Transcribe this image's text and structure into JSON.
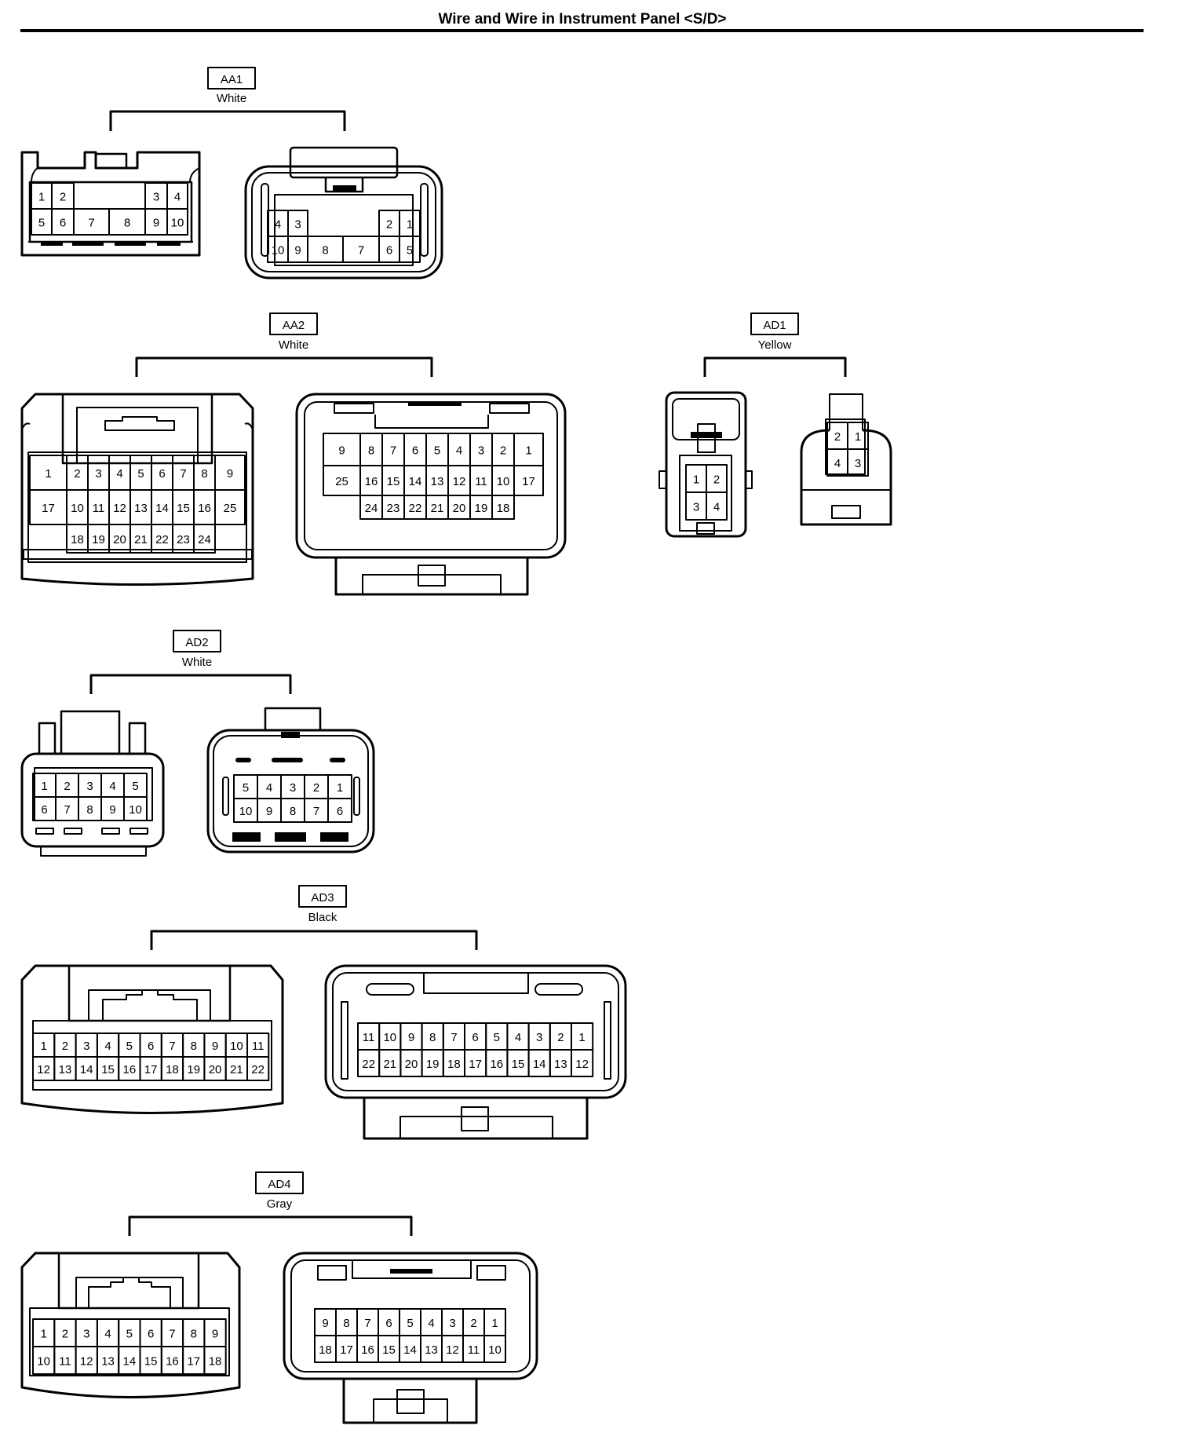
{
  "page_title": "Wire and Wire in Instrument Panel <S/D>",
  "connectors": [
    {
      "code": "AA1",
      "color": "White",
      "views": [
        {
          "rows": [
            [
              "1",
              "2",
              "",
              "",
              "",
              "3",
              "4"
            ],
            [
              "5",
              "6",
              "7",
              "",
              "8",
              "9",
              "10"
            ]
          ]
        },
        {
          "rows": [
            [
              "4",
              "3",
              "",
              "",
              "",
              "2",
              "1"
            ],
            [
              "10",
              "9",
              "8",
              "",
              "7",
              "6",
              "5"
            ]
          ]
        }
      ]
    },
    {
      "code": "AA2",
      "color": "White",
      "views": [
        {
          "rows": [
            [
              "1",
              "2",
              "3",
              "4",
              "5",
              "6",
              "7",
              "8",
              "9"
            ],
            [
              "17",
              "10",
              "11",
              "12",
              "13",
              "14",
              "15",
              "16",
              "25"
            ],
            [
              "",
              "18",
              "19",
              "20",
              "21",
              "22",
              "23",
              "24",
              ""
            ]
          ]
        },
        {
          "rows": [
            [
              "9",
              "8",
              "7",
              "6",
              "5",
              "4",
              "3",
              "2",
              "1"
            ],
            [
              "25",
              "16",
              "15",
              "14",
              "13",
              "12",
              "11",
              "10",
              "17"
            ],
            [
              "",
              "24",
              "23",
              "22",
              "21",
              "20",
              "19",
              "18",
              ""
            ]
          ]
        }
      ]
    },
    {
      "code": "AD1",
      "color": "Yellow",
      "views": [
        {
          "rows": [
            [
              "1",
              "2"
            ],
            [
              "3",
              "4"
            ]
          ]
        },
        {
          "rows": [
            [
              "2",
              "1"
            ],
            [
              "4",
              "3"
            ]
          ]
        }
      ]
    },
    {
      "code": "AD2",
      "color": "White",
      "views": [
        {
          "rows": [
            [
              "1",
              "2",
              "3",
              "4",
              "5"
            ],
            [
              "6",
              "7",
              "8",
              "9",
              "10"
            ]
          ]
        },
        {
          "rows": [
            [
              "5",
              "4",
              "3",
              "2",
              "1"
            ],
            [
              "10",
              "9",
              "8",
              "7",
              "6"
            ]
          ]
        }
      ]
    },
    {
      "code": "AD3",
      "color": "Black",
      "views": [
        {
          "rows": [
            [
              "1",
              "2",
              "3",
              "4",
              "5",
              "6",
              "7",
              "8",
              "9",
              "10",
              "11"
            ],
            [
              "12",
              "13",
              "14",
              "15",
              "16",
              "17",
              "18",
              "19",
              "20",
              "21",
              "22"
            ]
          ]
        },
        {
          "rows": [
            [
              "11",
              "10",
              "9",
              "8",
              "7",
              "6",
              "5",
              "4",
              "3",
              "2",
              "1"
            ],
            [
              "22",
              "21",
              "20",
              "19",
              "18",
              "17",
              "16",
              "15",
              "14",
              "13",
              "12"
            ]
          ]
        }
      ]
    },
    {
      "code": "AD4",
      "color": "Gray",
      "views": [
        {
          "rows": [
            [
              "1",
              "2",
              "3",
              "4",
              "5",
              "6",
              "7",
              "8",
              "9"
            ],
            [
              "10",
              "11",
              "12",
              "13",
              "14",
              "15",
              "16",
              "17",
              "18"
            ]
          ]
        },
        {
          "rows": [
            [
              "9",
              "8",
              "7",
              "6",
              "5",
              "4",
              "3",
              "2",
              "1"
            ],
            [
              "18",
              "17",
              "16",
              "15",
              "14",
              "13",
              "12",
              "11",
              "10"
            ]
          ]
        }
      ]
    }
  ]
}
